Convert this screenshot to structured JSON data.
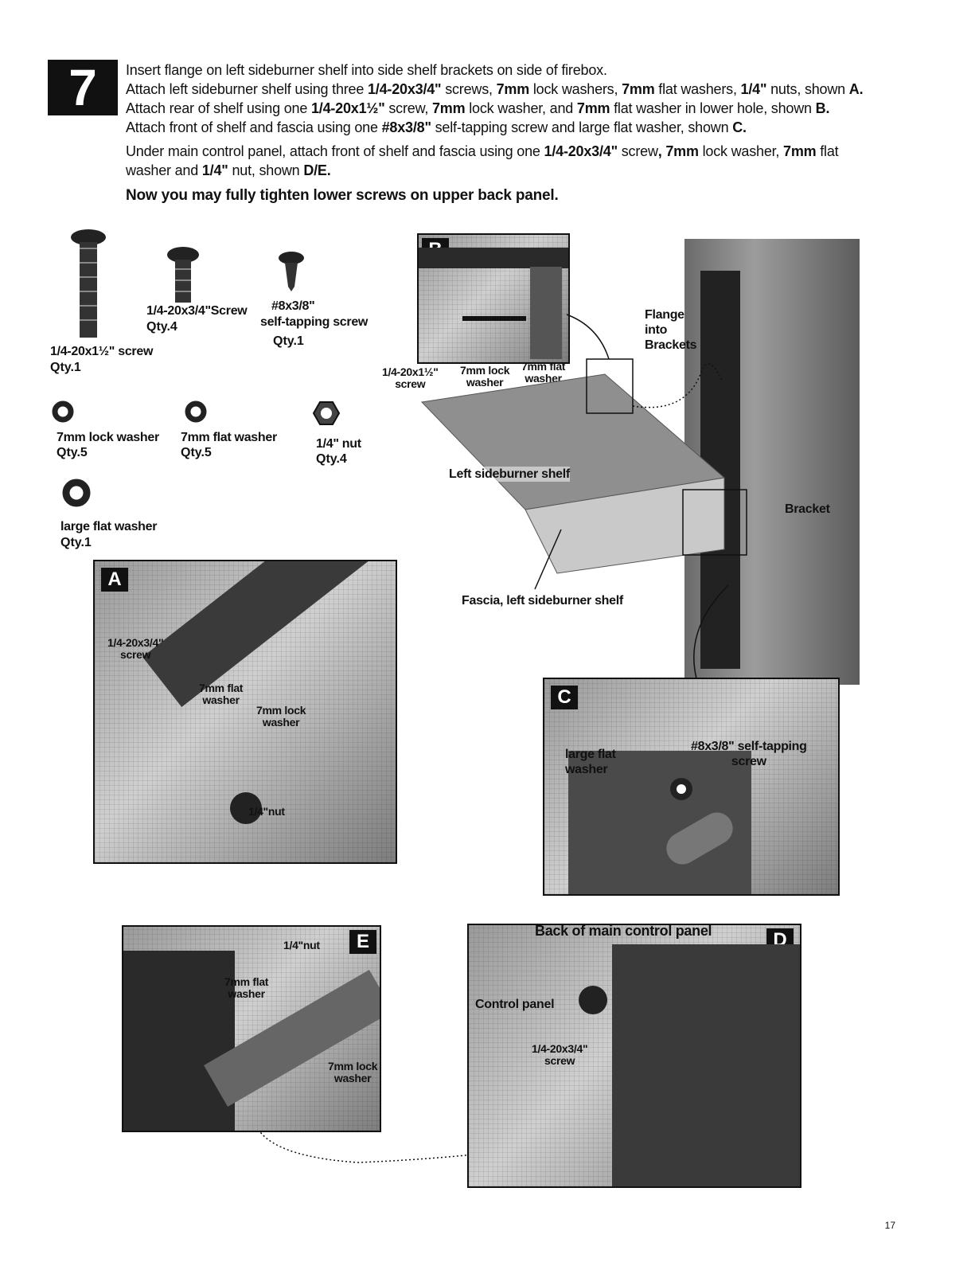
{
  "step": {
    "number": "7"
  },
  "instructions": {
    "line1": "Insert flange on left sideburner shelf into side shelf brackets on side of firebox.",
    "line2_a": "Attach left sideburner shelf using three ",
    "line2_b": "1/4-20x3/4\"",
    "line2_c": " screws, ",
    "line2_d": "7mm",
    "line2_e": " lock washers, ",
    "line2_f": "7mm",
    "line2_g": " flat washers, ",
    "line2_h": "1/4\"",
    "line2_i": " nuts, shown ",
    "line2_j": "A.",
    "line3_a": "Attach rear of shelf using one ",
    "line3_b": "1/4-20x1½\"",
    "line3_c": " screw, ",
    "line3_d": "7mm",
    "line3_e": " lock washer, and ",
    "line3_f": "7mm",
    "line3_g": " flat washer in lower hole, shown ",
    "line3_h": "B.",
    "line4_a": "Attach front of shelf and fascia using one ",
    "line4_b": "#8x3/8\"",
    "line4_c": " self-tapping screw and large flat washer, shown ",
    "line4_d": "C.",
    "line5_a": "Under main control panel, attach front of shelf and fascia using one ",
    "line5_b": "1/4-20x3/4\"",
    "line5_c": " screw",
    "line5_d": ", 7mm",
    "line5_e": " lock washer, ",
    "line5_f": "7mm",
    "line5_g": " flat",
    "line6_a": "washer and ",
    "line6_b": "1/4\"",
    "line6_c": " nut, shown ",
    "line6_d": "D/E.",
    "line7": "Now you may fully tighten lower screws on upper back panel."
  },
  "parts": {
    "screw_long": {
      "label": "1/4-20x1½\" screw",
      "qty": "Qty.1"
    },
    "screw_med": {
      "label": "1/4-20x3/4\"Screw",
      "qty": "Qty.4"
    },
    "screw_self": {
      "label1": "#8x3/8\"",
      "label2": "self-tapping screw",
      "qty": "Qty.1"
    },
    "lock_washer": {
      "label": "7mm lock washer",
      "qty": "Qty.5"
    },
    "flat_washer": {
      "label": "7mm flat washer",
      "qty": "Qty.5"
    },
    "nut": {
      "label": "1/4\" nut",
      "qty": "Qty.4"
    },
    "large_washer": {
      "label": "large flat washer",
      "qty": "Qty.1"
    }
  },
  "panel_a": {
    "tag": "A",
    "screw": [
      "1/4-20x3/4\"",
      "screw"
    ],
    "flat_washer": [
      "7mm flat",
      "washer"
    ],
    "lock_washer": [
      "7mm lock",
      "washer"
    ],
    "nut": "1/4\"nut"
  },
  "panel_b": {
    "tag": "B",
    "screw": [
      "1/4-20x1½\"",
      "screw"
    ],
    "lock_washer": [
      "7mm lock",
      "washer"
    ],
    "flat_washer": [
      "7mm flat",
      "washer"
    ]
  },
  "main_view": {
    "flange": [
      "Flange",
      "into",
      "Brackets"
    ],
    "shelf": "Left sideburner shelf",
    "bracket": "Bracket",
    "fascia": "Fascia, left sideburner shelf"
  },
  "panel_c": {
    "tag": "C",
    "large_washer": [
      "large flat",
      "washer"
    ],
    "screw": [
      "#8x3/8\" self-tapping",
      "screw"
    ]
  },
  "panel_d": {
    "tag": "D",
    "title": "Back of main control panel",
    "control_panel": "Control panel",
    "screw": [
      "1/4-20x3/4\"",
      "screw"
    ]
  },
  "panel_e": {
    "tag": "E",
    "nut": "1/4\"nut",
    "flat_washer": [
      "7mm flat",
      "washer"
    ],
    "lock_washer": [
      "7mm lock",
      "washer"
    ]
  },
  "page_number": "17"
}
